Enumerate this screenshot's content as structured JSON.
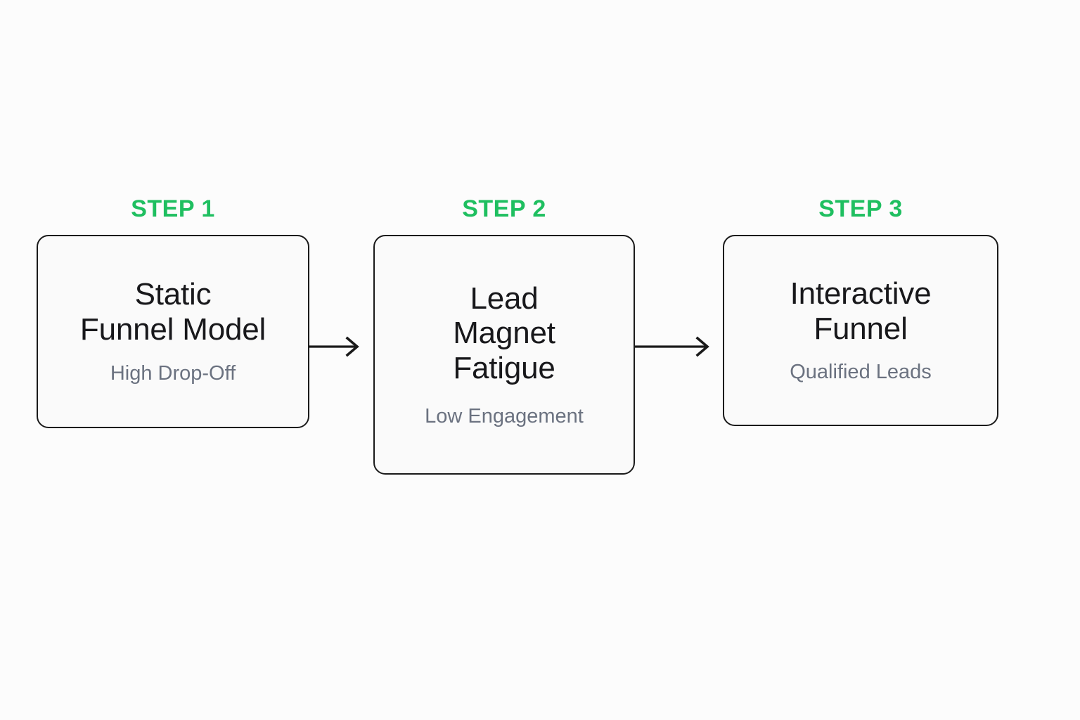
{
  "diagram": {
    "type": "horizontal-process-flow",
    "background_color": "#fcfcfc",
    "accent_color": "#1fbf60",
    "title_color": "#18181b",
    "subtitle_color": "#6b7280",
    "border_color": "#1a1a1a",
    "box_fill": "#fafafa",
    "steps": [
      {
        "label": "STEP 1",
        "title": "Static\nFunnel Model",
        "subtitle": "High Drop-Off"
      },
      {
        "label": "STEP 2",
        "title": "Lead\nMagnet\nFatigue",
        "subtitle": "Low Engagement"
      },
      {
        "label": "STEP 3",
        "title": "Interactive\nFunnel",
        "subtitle": "Qualified Leads"
      }
    ],
    "connectors": [
      {
        "from": "STEP 1",
        "to": "STEP 2",
        "icon": "arrow-right-icon"
      },
      {
        "from": "STEP 2",
        "to": "STEP 3",
        "icon": "arrow-right-icon"
      }
    ]
  }
}
